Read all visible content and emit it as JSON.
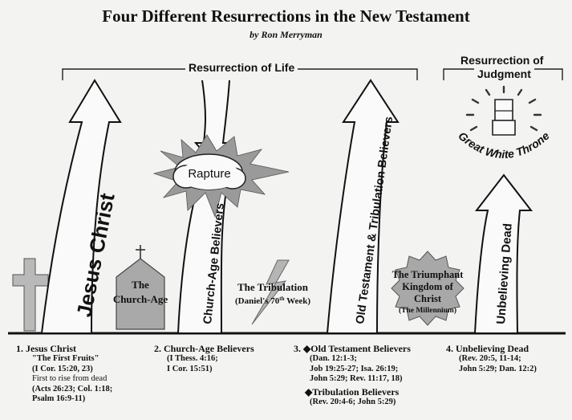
{
  "title": "Four Different Resurrections in the New Testament",
  "byline": "by Ron Merryman",
  "brackets": {
    "life": "Resurrection of Life",
    "judgment_1": "Resurrection of",
    "judgment_2": "Judgment"
  },
  "arrows": {
    "jesus": "Jesus Christ",
    "church": "Church-Age Believers",
    "ot": "Old Testament & Tribulation Believers",
    "unbelieving": "Unbelieving Dead"
  },
  "labels": {
    "rapture": "Rapture",
    "church_age_1": "The",
    "church_age_2": "Church-Age",
    "tribulation_1": "The Tribulation",
    "tribulation_2": "(Daniel's 70",
    "tribulation_sup": "th",
    "tribulation_3": " Week)",
    "kingdom_1": "The Triumphant",
    "kingdom_2": "Kingdom of",
    "kingdom_3": "Christ",
    "kingdom_4": "(The Millennium)",
    "throne": "Great White Throne"
  },
  "footnotes": {
    "f1": {
      "num": "1.",
      "head": "Jesus Christ",
      "l1": "\"The First Fruits\"",
      "l2": "(I Cor. 15:20, 23)",
      "l3": "First to rise from dead",
      "l4": "(Acts 26:23; Col. 1:18;",
      "l5": "Psalm 16:9-11)"
    },
    "f2": {
      "num": "2.",
      "head": "Church-Age Believers",
      "l1": "(I Thess. 4:16;",
      "l2": "I Cor. 15:51)"
    },
    "f3": {
      "num": "3.",
      "head": "◆Old Testament Believers",
      "l1": "(Dan. 12:1-3;",
      "l2": "Job 19:25-27; Isa. 26:19;",
      "l3": "John 5:29; Rev. 11:17, 18)",
      "head2": "◆Tribulation Believers",
      "l4": "(Rev. 20:4-6; John 5:29)"
    },
    "f4": {
      "num": "4.",
      "head": "Unbelieving Dead",
      "l1": "(Rev. 20:5, 11-14;",
      "l2": "John 5:29; Dan. 12:2)"
    }
  }
}
